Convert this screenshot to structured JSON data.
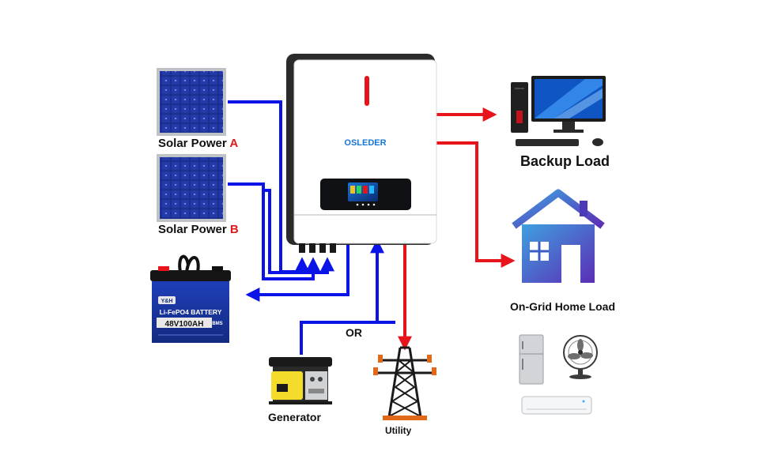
{
  "diagram": {
    "title": "",
    "inverter": {
      "brand": "OSLEDER"
    },
    "labels": {
      "solar_a_prefix": "Solar Power",
      "solar_a_letter": "A",
      "solar_b_prefix": "Solar Power",
      "solar_b_letter": "B",
      "backup_load": "Backup Load",
      "ongrid_home_load": "On-Grid Home Load",
      "or": "OR",
      "generator": "Generator",
      "utility": "Utility"
    },
    "battery": {
      "brand": "Y&H",
      "chemistry": "Li-FePO4 BATTERY",
      "rating": "48V100AH",
      "bms": "BMS"
    },
    "connections": [
      {
        "from": "Solar Power A",
        "to": "Inverter",
        "color": "blue"
      },
      {
        "from": "Solar Power B",
        "to": "Inverter",
        "color": "blue"
      },
      {
        "from": "Inverter",
        "to": "Battery",
        "color": "blue"
      },
      {
        "from": "Generator",
        "to": "Inverter",
        "color": "blue"
      },
      {
        "from": "Utility",
        "to": "Inverter",
        "color": "blue"
      },
      {
        "from": "Inverter",
        "to": "Utility",
        "color": "red"
      },
      {
        "from": "Inverter",
        "to": "Backup Load",
        "color": "red"
      },
      {
        "from": "Inverter",
        "to": "On-Grid Home Load",
        "color": "red"
      }
    ],
    "colors": {
      "dc_line": "#0a14e6",
      "ac_line": "#e8141c",
      "label_accent": "#e0191c",
      "panel_blue": "#1a2f8c",
      "house_blue": "#3a5cc8"
    }
  }
}
